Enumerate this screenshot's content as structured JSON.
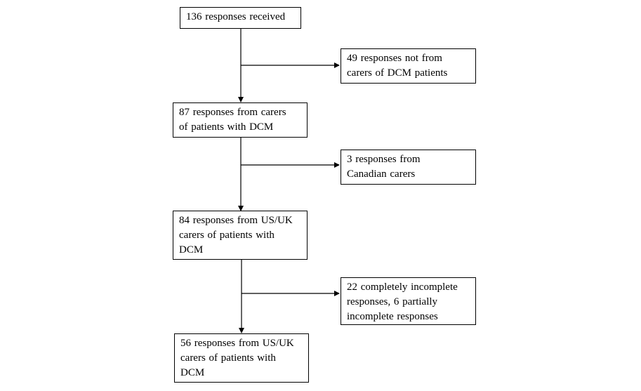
{
  "main_steps": [
    {
      "lines": [
        "136 responses received"
      ]
    },
    {
      "lines": [
        "87 responses from carers",
        "of patients with DCM"
      ]
    },
    {
      "lines": [
        "84 responses from US/UK",
        "carers of patients with",
        "DCM"
      ]
    },
    {
      "lines": [
        "56 responses from US/UK",
        "carers of patients with",
        "DCM"
      ]
    }
  ],
  "exclusions": [
    {
      "lines": [
        "49 responses not from",
        "carers of DCM patients"
      ]
    },
    {
      "lines": [
        "3 responses from",
        "Canadian carers"
      ]
    },
    {
      "lines": [
        "22 completely incomplete",
        "responses, 6 partially",
        "incomplete responses"
      ]
    }
  ]
}
